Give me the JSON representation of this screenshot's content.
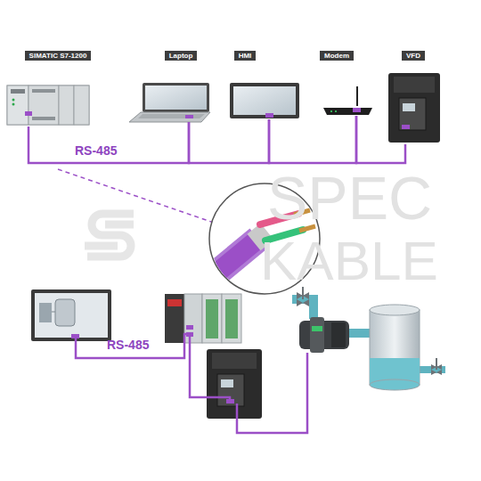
{
  "diagram": {
    "nodes": [
      {
        "text": [
          "SIMATIC S7-1200"
        ]
      },
      {
        "text": [
          "Laptop"
        ]
      },
      {
        "text": [
          "HMI"
        ]
      },
      {
        "text": [
          "Modem"
        ]
      },
      {
        "text": [
          "VFD"
        ]
      }
    ],
    "edges": [
      {
        "from": 0,
        "to": 1,
        "arrow": "none",
        "label": "RS-485"
      },
      {
        "from": 1,
        "to": 2,
        "arrow": "none"
      },
      {
        "from": 2,
        "to": 3,
        "arrow": "none"
      },
      {
        "from": 3,
        "to": 4,
        "arrow": "none"
      }
    ],
    "labels": [
      "RS-485",
      "SPEC",
      "KABLE"
    ]
  }
}
